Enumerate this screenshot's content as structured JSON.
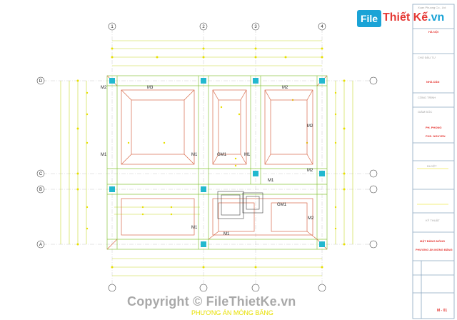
{
  "logo": {
    "file": "File",
    "thiet": "Thiết ",
    "ke": "Kế",
    "vn": ".vn"
  },
  "title_block": {
    "top_small": "Xuan Phuong Co., Ltd",
    "city": "HÀ NỘI",
    "field1": "CHỦ ĐẦU TƯ",
    "owner": "NHÀ DÂN",
    "field2": "CÔNG TRÌNH",
    "field3": "GIÁM ĐỐC",
    "person1": "PH. PHONG",
    "person2": "PHS. NGUYEN",
    "field4": "DUYỆT",
    "field5": "KỸ THUẬT",
    "drawing_title_1": "MẶT BẰNG MÓNG",
    "drawing_title_2": "PHƯƠNG ÁN MÓNG BĂNG",
    "sheet_no": "M - 01"
  },
  "grid_labels": {
    "top": [
      "1",
      "2",
      "3",
      "4"
    ],
    "left": [
      "D",
      "C",
      "B",
      "A"
    ]
  },
  "beam_labels": [
    "M3",
    "M2",
    "M2",
    "M1",
    "M1",
    "GM1",
    "M1",
    "M1",
    "M1",
    "GM1",
    "M2",
    "M2",
    "M1",
    "M2"
  ],
  "caption": "PHƯƠNG ÁN MÓNG BĂNG",
  "copyright": "Copyright © FileThietKe.vn"
}
